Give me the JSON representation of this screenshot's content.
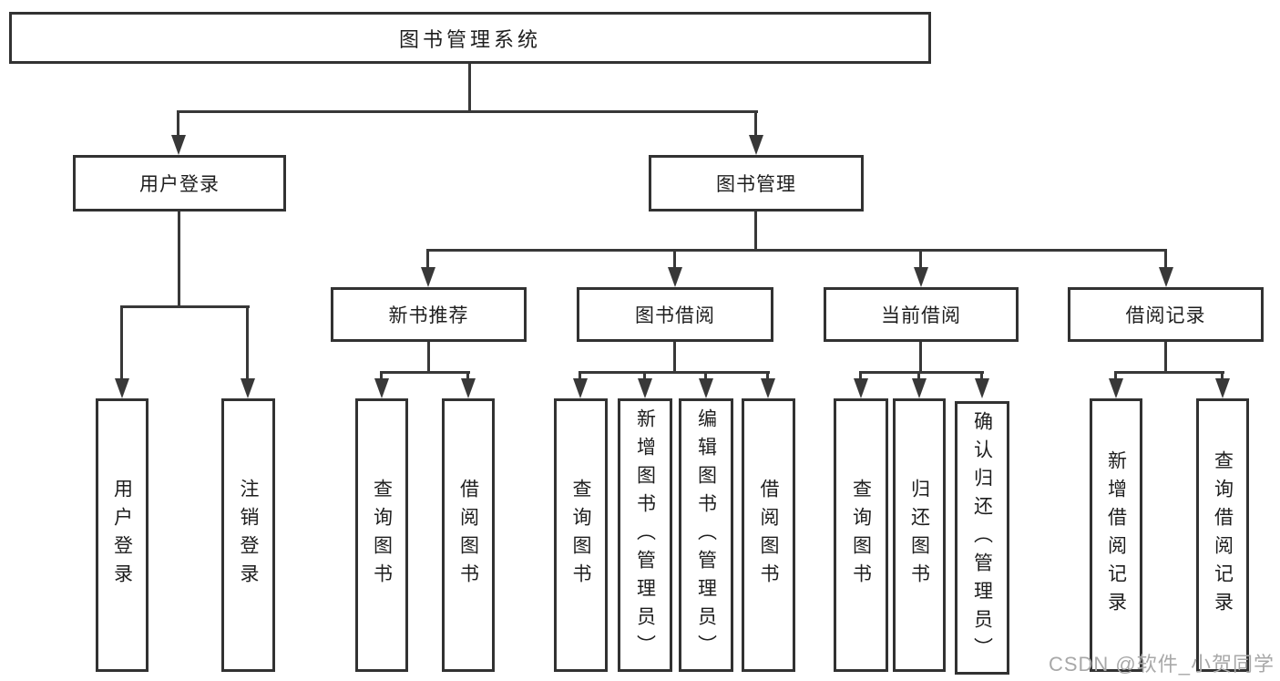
{
  "colors": {
    "background": "#ffffff",
    "line": "#383838",
    "box_border": "#323232",
    "text": "#1e1e1e",
    "watermark": "#a8a8a8"
  },
  "tree": {
    "label": "图书管理系统",
    "children": [
      {
        "label": "用户登录",
        "children": [
          {
            "label": "用户登录"
          },
          {
            "label": "注销登录"
          }
        ]
      },
      {
        "label": "图书管理",
        "children": [
          {
            "label": "新书推荐",
            "children": [
              {
                "label": "查询图书"
              },
              {
                "label": "借阅图书"
              }
            ]
          },
          {
            "label": "图书借阅",
            "children": [
              {
                "label": "查询图书"
              },
              {
                "label": "新增图书（管理员）"
              },
              {
                "label": "编辑图书（管理员）"
              },
              {
                "label": "借阅图书"
              }
            ]
          },
          {
            "label": "当前借阅",
            "children": [
              {
                "label": "查询图书"
              },
              {
                "label": "归还图书"
              },
              {
                "label": "确认归还（管理员）"
              }
            ]
          },
          {
            "label": "借阅记录",
            "children": [
              {
                "label": "新增借阅记录"
              },
              {
                "label": "查询借阅记录"
              }
            ]
          }
        ]
      }
    ]
  },
  "watermark": {
    "text": "CSDN @软件_小贺同学"
  }
}
